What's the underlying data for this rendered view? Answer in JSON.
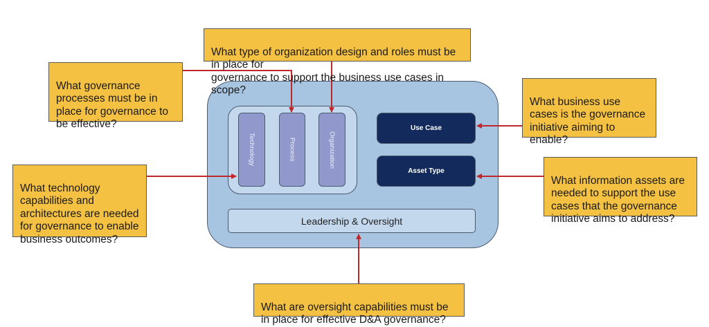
{
  "framework": {
    "pillars": [
      {
        "id": "technology",
        "label": "Technology"
      },
      {
        "id": "process",
        "label": "Process"
      },
      {
        "id": "organization",
        "label": "Organization"
      }
    ],
    "use_case_label": "Use Case",
    "asset_type_label": "Asset Type",
    "leadership_label": "Leadership & Oversight"
  },
  "questions": {
    "organization": "What type of organization design and roles must be in place for\ngovernance to support the business use cases in scope?",
    "process": "What governance\nprocesses must be in\nplace for governance to\nbe effective?",
    "technology": "What technology\ncapabilities and\narchitectures are needed\nfor governance to enable\nbusiness outcomes?",
    "use_case": "What business use\ncases is the governance\ninitiative aiming to\nenable?",
    "asset_type": "What information assets are\nneeded to support the use\ncases that the governance\ninitiative aims to address?",
    "leadership": "What are oversight capabilities must be\nin place for effective D&A governance?"
  },
  "colors": {
    "note_fill": "#f5c142",
    "outer_fill": "#a7c4e0",
    "inner_fill": "#c4d8ed",
    "pillar_fill": "#9098cc",
    "dark_box_fill": "#132a5c",
    "arrow": "#c0272d"
  }
}
